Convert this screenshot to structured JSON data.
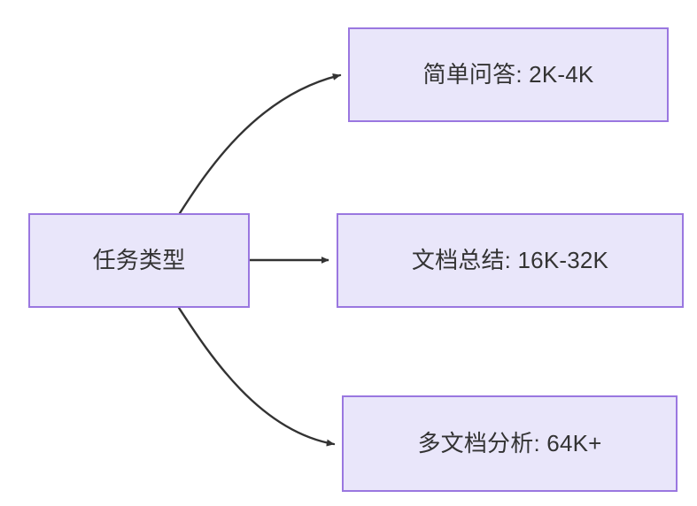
{
  "diagram": {
    "type": "flowchart",
    "direction": "left-to-right",
    "background_color": "#ffffff",
    "node_fill_color": "#e9e6fa",
    "node_border_color": "#9a77e0",
    "node_text_color": "#333333",
    "edge_color": "#333333",
    "nodes": [
      {
        "id": "source",
        "label": "任务类型"
      },
      {
        "id": "simple",
        "label": "简单问答: 2K-4K"
      },
      {
        "id": "summary",
        "label": "文档总结: 16K-32K"
      },
      {
        "id": "multi",
        "label": "多文档分析: 64K+"
      }
    ],
    "edges": [
      {
        "from": "source",
        "to": "simple",
        "label": "",
        "style": "curved-arrow"
      },
      {
        "from": "source",
        "to": "summary",
        "label": "",
        "style": "straight-arrow"
      },
      {
        "from": "source",
        "to": "multi",
        "label": "",
        "style": "curved-arrow"
      }
    ]
  }
}
